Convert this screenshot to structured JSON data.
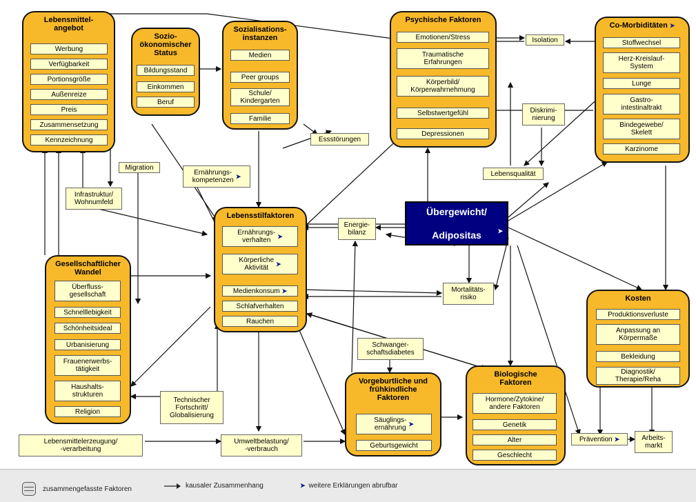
{
  "groups": {
    "lebensmittel": {
      "title": "Lebensmittel-\nangebot",
      "items": [
        "Werbung",
        "Verfügbarkeit",
        "Portionsgröße",
        "Außenreize",
        "Preis",
        "Zusammensetzung",
        "Kennzeichnung"
      ]
    },
    "sozio": {
      "title": "Sozio-\nökonomischer\nStatus",
      "items": [
        "Bildungsstand",
        "Einkommen",
        "Beruf"
      ]
    },
    "sozialisation": {
      "title": "Sozialisations-\ninstanzen",
      "items": [
        "Medien",
        "Peer groups",
        "Schule/\nKindergarten",
        "Familie"
      ]
    },
    "psychisch": {
      "title": "Psychische Faktoren",
      "items": [
        "Emotionen/Stress",
        "Traumatische\nErfahrungen",
        "Körperbild/\nKörperwahrnehmung",
        "Selbstwertgefühl",
        "Depressionen"
      ]
    },
    "comorb": {
      "title": "Co-Morbiditäten",
      "items": [
        "Stoffwechsel",
        "Herz-Kreislauf-\nSystem",
        "Lunge",
        "Gastro-\nintestinaltrakt",
        "Bindegewebe/\nSkelett",
        "Karzinome"
      ]
    },
    "lebensstil": {
      "title": "Lebensstilfaktoren",
      "items": [
        "Ernährungs-\nverhalten",
        "Körperliche\nAktivität",
        "Medienkonsum",
        "Schlafverhalten",
        "Rauchen"
      ]
    },
    "gesellschaft": {
      "title": "Gesellschaftlicher\nWandel",
      "items": [
        "Überfluss-\ngesellschaft",
        "Schnelllebigkeit",
        "Schönheitsideal",
        "Urbanisierung",
        "Frauenerwerbs-\ntätigkeit",
        "Haushalts-\nstrukturen",
        "Religion"
      ]
    },
    "vorgeburt": {
      "title": "Vorgeburtliche und\nfrühkindliche\nFaktoren",
      "items": [
        "Säuglings-\nernährung",
        "Geburtsgewicht"
      ]
    },
    "biologisch": {
      "title": "Biologische\nFaktoren",
      "items": [
        "Hormone/Zytokine/\nandere Faktoren",
        "Genetik",
        "Alter",
        "Geschlecht"
      ]
    },
    "kosten": {
      "title": "Kosten",
      "items": [
        "Produktionsverluste",
        "Anpassung an\nKörpermaße",
        "Bekleidung",
        "Diagnostik/\nTherapie/Reha"
      ]
    }
  },
  "free": {
    "isolation": "Isolation",
    "diskriminierung": "Diskrimi-\nnierung",
    "essstoerungen": "Essstörungen",
    "migration": "Migration",
    "ernaehrungskompetenzen": "Ernährungs-\nkompetenzen",
    "lebensqualitaet": "Lebensqualität",
    "infrastruktur": "Infrastruktur/\nWohnumfeld",
    "energiebilanz": "Energie-\nbilanz",
    "mortalitaet": "Mortalitäts-\nrisiko",
    "schwangerschaft": "Schwanger-\nschaftsdiabetes",
    "technischer": "Technischer\nFortschritt/\nGlobalisierung",
    "lebensmittelerzeugung": "Lebensmittelerzeugung/\n-verarbeitung",
    "umwelt": "Umweltbelastung/\n-verbrauch",
    "praevention": "Prävention",
    "arbeitsmarkt": "Arbeits-\nmarkt"
  },
  "center": "Übergewicht/\nAdipositas",
  "more_marker": "➤",
  "legend": {
    "grouped": "zusammengefasste Faktoren",
    "causal": "kausaler Zusammenhang",
    "more": "weitere Erklärungen abrufbar"
  },
  "colors": {
    "group_fill": "#f7b92a",
    "item_fill": "#ffffcc",
    "center_fill": "#000080",
    "edge": "#111111"
  }
}
